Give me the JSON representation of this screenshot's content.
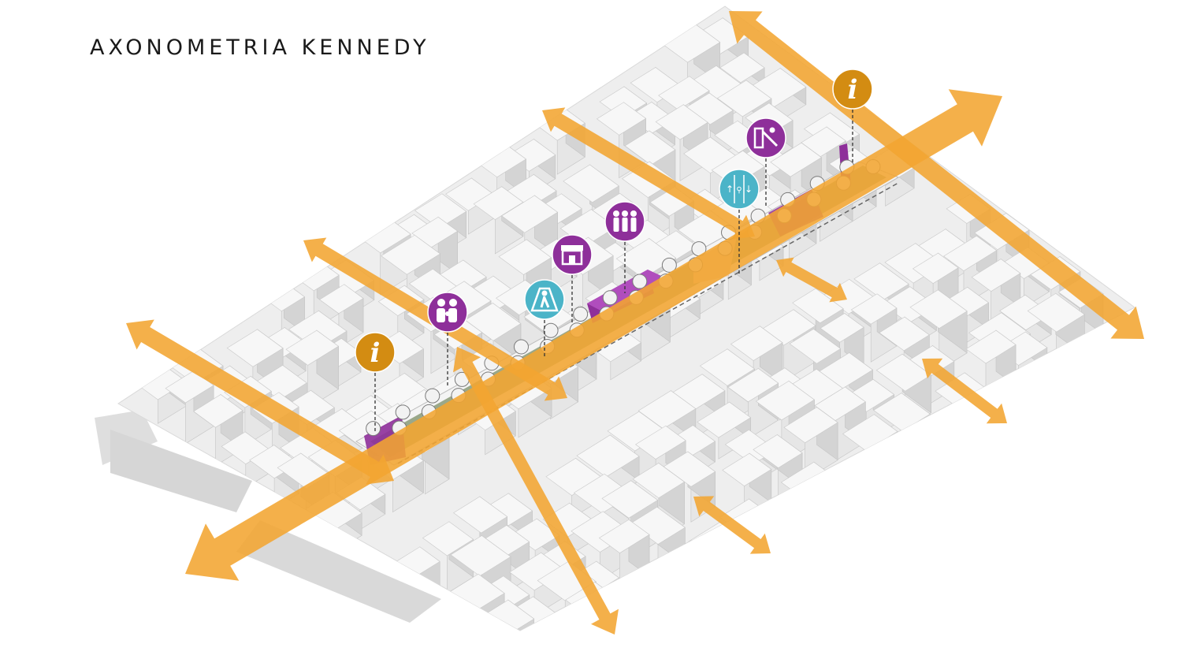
{
  "title": "AXONOMETRIA KENNEDY",
  "colors": {
    "arrow": "#f2a531",
    "building_top": "#f7f7f7",
    "building_left": "#e6e6e6",
    "building_right": "#d4d4d4",
    "ground": "#eeeeee",
    "shadow": "#cfcfcf",
    "corridor_green": "#9aa88a",
    "accent_purple": "#8e2f9a",
    "info_orange": "#d38c12",
    "pedestrian_teal": "#4bb4c8"
  },
  "markers": [
    {
      "name": "info-marker-left",
      "icon": "info-icon",
      "glyph": "i",
      "color": "#d38c12"
    },
    {
      "name": "family-marker",
      "icon": "family-icon",
      "glyph": "",
      "color": "#8e2f9a"
    },
    {
      "name": "pedestrian-crossing-marker",
      "icon": "pedestrian-crossing-icon",
      "glyph": "",
      "color": "#4bb4c8"
    },
    {
      "name": "shop-marker",
      "icon": "shop-icon",
      "glyph": "",
      "color": "#8e2f9a"
    },
    {
      "name": "people-marker",
      "icon": "people-icon",
      "glyph": "",
      "color": "#8e2f9a"
    },
    {
      "name": "traffic-marker",
      "icon": "traffic-lanes-icon",
      "glyph": "",
      "color": "#4bb4c8"
    },
    {
      "name": "playground-marker",
      "icon": "playground-icon",
      "glyph": "",
      "color": "#8e2f9a"
    },
    {
      "name": "info-marker-right",
      "icon": "info-icon",
      "glyph": "i",
      "color": "#d38c12"
    }
  ]
}
